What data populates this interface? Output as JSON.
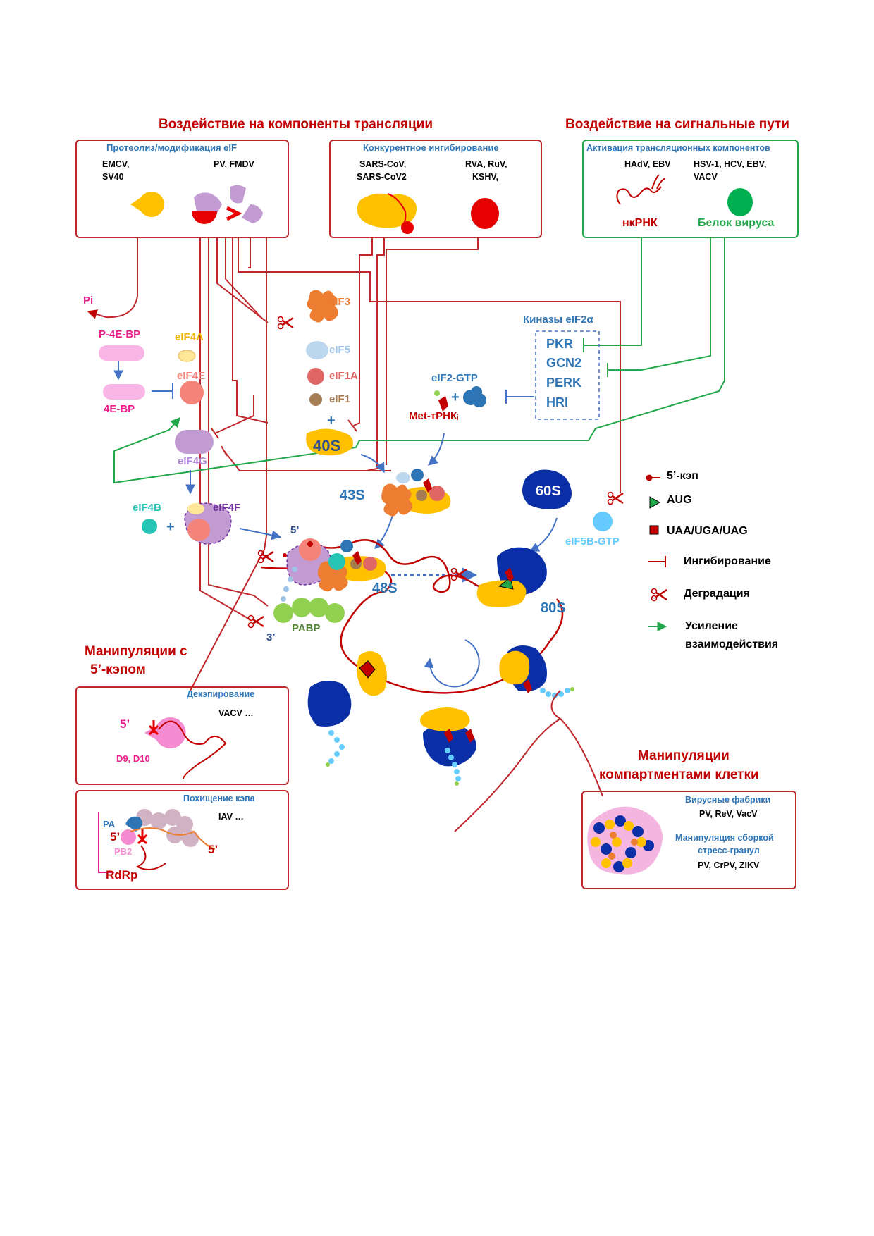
{
  "headers": {
    "translation_components": "Воздействие на компоненты трансляции",
    "signaling_pathways": "Воздействие на сигнальные пути",
    "cap_manipulation_line1": "Манипуляции с",
    "cap_manipulation_line2": "5’-кэпом",
    "compartments_line1": "Манипуляции",
    "compartments_line2": "компартментами клетки"
  },
  "box_proteolysis": {
    "title": "Протеолиз/модификация eIF",
    "viruses_left_1": "EMCV,",
    "viruses_left_2": "SV40",
    "viruses_right": "PV, FMDV"
  },
  "box_competitive": {
    "title": "Конкурентное ингибирование",
    "viruses_left_1": "SARS-CoV,",
    "viruses_left_2": "SARS-CoV2",
    "viruses_right_1": "RVA, RuV,",
    "viruses_right_2": "KSHV,"
  },
  "box_activation": {
    "title": "Активация трансляционных компонентов",
    "viruses_left": "HAdV, EBV",
    "viruses_right_1": "HSV-1, HCV, EBV,",
    "viruses_right_2": "VACV",
    "ncrna_label": "нкРНК",
    "viral_protein_label": "Белок вируса"
  },
  "factors": {
    "pi": "Pi",
    "p_4ebp": "P-4E-BP",
    "ebp": "4E-BP",
    "eif4a": "eIF4A",
    "eif4e": "eIF4E",
    "eif4g": "eIF4G",
    "eif4b": "eIF4B",
    "eif4f": "eIF4F",
    "plus1": "+",
    "plus2": "+",
    "plus3": "+",
    "eif3": "eIF3",
    "eif5": "eIF5",
    "eif1a": "eIF1A",
    "eif1": "eIF1",
    "s40": "40S",
    "s43": "43S",
    "s48": "48S",
    "s60": "60S",
    "s80": "80S",
    "eif2gtp": "eIF2-GTP",
    "met_trna": "Met-тРНКᵢ",
    "eif5bgtp": "eIF5B-GTP",
    "pabp": "PABP",
    "five_prime": "5’",
    "three_prime": "3’"
  },
  "kinases": {
    "title": "Киназы eIF2α",
    "items": [
      "PKR",
      "GCN2",
      "PERK",
      "HRI"
    ]
  },
  "legend": {
    "cap": "5’-кэп",
    "aug": "AUG",
    "stop": "UAA/UGA/UAG",
    "inhibition": "Ингибирование",
    "degradation": "Деградация",
    "enhancement_1": "Усиление",
    "enhancement_2": "взаимодействия"
  },
  "box_decapping": {
    "title": "Декэпирование",
    "viruses": "VACV …",
    "five_prime": "5’",
    "enzymes": "D9, D10"
  },
  "box_cap_snatching": {
    "title": "Похищение кэпа",
    "viruses": "IAV …",
    "pa": "PA",
    "pb2": "PB2",
    "five_prime_left": "5’",
    "five_prime_right": "5’",
    "rdrp": "RdRp"
  },
  "box_compartments": {
    "factories_title": "Вирусные фабрики",
    "factories_viruses": "PV, ReV, VacV",
    "stress_title_1": "Манипуляция сборкой",
    "stress_title_2": "стресс-гранул",
    "stress_viruses": "PV, CrPV, ZIKV"
  },
  "colors": {
    "red": "#c00000",
    "blue": "#2e75b6",
    "green": "#22a84a",
    "magenta": "#e91e8c",
    "ribosome": "#0b2fa6",
    "small_subunit": "#ffc000"
  }
}
